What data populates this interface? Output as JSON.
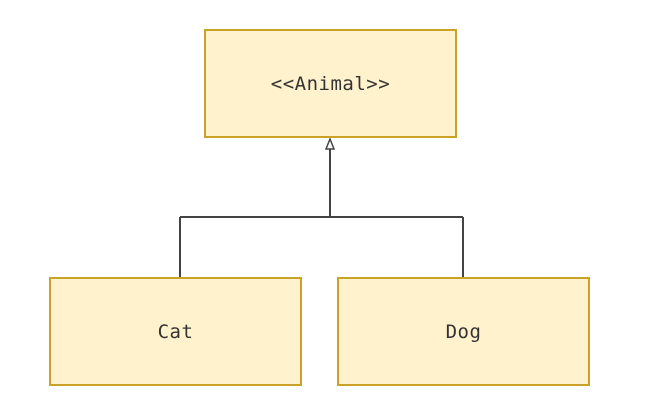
{
  "diagram": {
    "type": "uml-class-inheritance",
    "colors": {
      "node_fill": "#fff2cc",
      "node_border": "#c9a227",
      "edge": "#444444",
      "text": "#333333"
    },
    "nodes": [
      {
        "id": "animal",
        "label": "<<Animal>>"
      },
      {
        "id": "cat",
        "label": "Cat"
      },
      {
        "id": "dog",
        "label": "Dog"
      }
    ],
    "edges": [
      {
        "from": "cat",
        "to": "animal",
        "kind": "generalization"
      },
      {
        "from": "dog",
        "to": "animal",
        "kind": "generalization"
      }
    ]
  }
}
